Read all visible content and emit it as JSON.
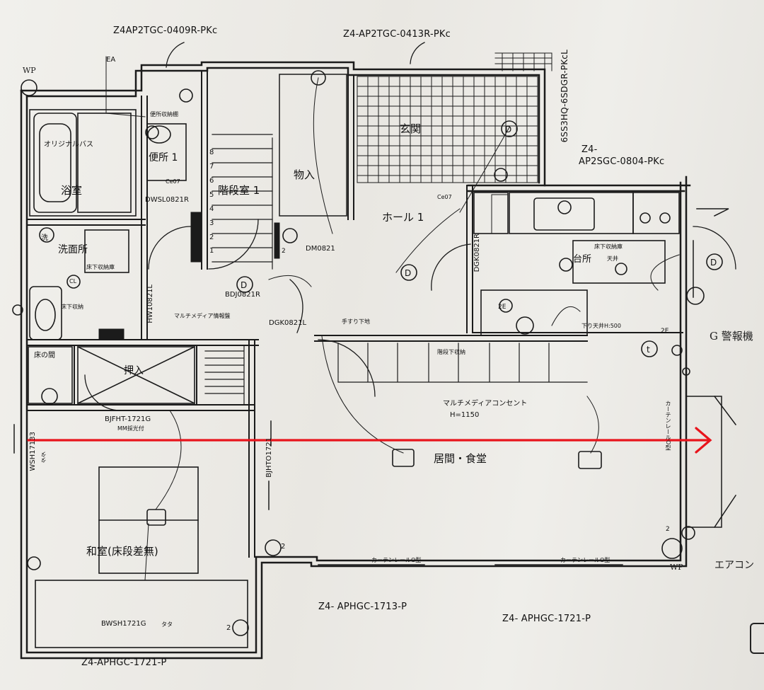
{
  "window_codes": {
    "top_left": "Z4AP2TGC-0409R-PKc",
    "top_center": "Z4-AP2TGC-0413R-PKc",
    "right_upper_line1": "Z4-",
    "right_upper_line2": "AP2SGC-0804-PKc",
    "right_vertical": "6SS3HQ-6SDGR-PKcL",
    "bottom_left": "Z4-APHGC-1721-P",
    "bottom_center": "Z4- APHGC-1713-P",
    "bottom_right": "Z4- APHGC-1721-P"
  },
  "rooms": {
    "bath": "浴室",
    "original_bath": "オリジナルバス",
    "washroom": "洗面所",
    "toilet": "便所 1",
    "stair": "階段室 1",
    "storage": "物入",
    "entrance": "玄関",
    "hall": "ホール 1",
    "kitchen": "台所",
    "closet": "押入",
    "tokonoma": "床の間",
    "living_dining": "居間・食堂",
    "japanese_room": "和室(床段差無)"
  },
  "labels": {
    "ea": "EA",
    "toilet_storage": "便所収納棚",
    "dwsl": "DWSL0821R",
    "dm": "DM0821",
    "dgk_vertical": "DGK0821R",
    "bdj": "BDJ0821R",
    "dgk": "DGK0821L",
    "hw_vertical": "HW10821L",
    "bjfht": "BJFHT-1721G",
    "mm": "MM採光付",
    "bjhto_vertical": "BJHTO1721",
    "wsh_vertical": "WSH17133",
    "tatami_vertical": "タタ",
    "bwsh": "BWSH1721G",
    "tatami": "タタ",
    "multimedia": "マルチメディア情報盤",
    "multimedia_outlet": "マルチメディアコンセント",
    "outlet_height": "H=1150",
    "underfloor_storage": "床下収納庫",
    "underfloor_storage_kitchen": "床下収納庫",
    "underfloor_storage2": "床下収納",
    "stair_storage": "階段下収納",
    "hand_rail": "手すり下地",
    "kitchen_board": "下り天井H:500",
    "ceiling_note": "天井",
    "curtain_rail1": "カーテンレールO型",
    "curtain_rail2": "カーテンレールO型",
    "curtain_rail_side": "カーテンレールO型",
    "wp_top": "WP",
    "wp_bottom": "WP",
    "gas": "G 警報機",
    "aircon": "エアコン",
    "washer": "洗",
    "cl": "CL",
    "ce_hall": "Ce07",
    "ce_bath": "Ce07"
  },
  "symbol_labels": {
    "d": "D",
    "e2": "2E",
    "t": "t",
    "two": "2",
    "stairs": [
      "1",
      "2",
      "3",
      "4",
      "5",
      "6",
      "7",
      "8"
    ]
  },
  "annotation": {
    "arrow_color": "#e8141c"
  }
}
